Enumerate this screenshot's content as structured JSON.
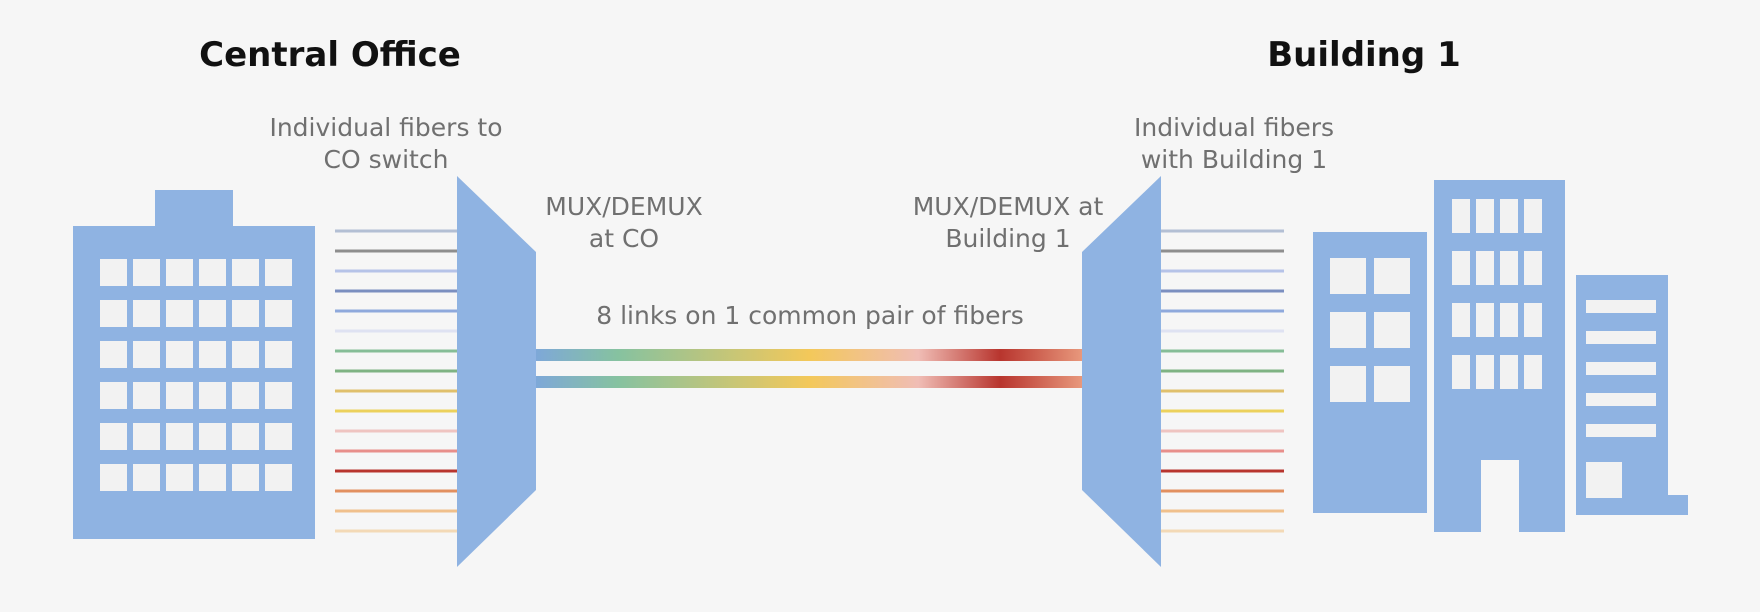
{
  "titles": {
    "left": "Central Office",
    "right": "Building 1"
  },
  "labels": {
    "left_fibers_line1": "Individual fibers to",
    "left_fibers_line2": "CO switch",
    "left_mux_line1": "MUX/DEMUX",
    "left_mux_line2": "at CO",
    "right_fibers_line1": "Individual fibers",
    "right_fibers_line2": "with Building 1",
    "right_mux_line1": "MUX/DEMUX at",
    "right_mux_line2": "Building 1",
    "link": "8 links on 1 common pair of fibers"
  },
  "colors": {
    "background": "#f6f6f6",
    "shape": "#8fb3e2",
    "window": "#f2f2f2",
    "fibers": [
      "#b3bfd4",
      "#8e8e8e",
      "#b6c3e8",
      "#7b8fc0",
      "#8fa9dc",
      "#dfe2f2",
      "#86bd97",
      "#7fb383",
      "#e0c06c",
      "#ecd15c",
      "#efc4c1",
      "#e88f8b",
      "#b8352e",
      "#e29060",
      "#f0c08c",
      "#f3d9b6"
    ],
    "trunk_gradient": [
      "#7ea8d8",
      "#86c2a0",
      "#f3c85a",
      "#f0bdb5",
      "#b8352e",
      "#e8987c"
    ]
  }
}
